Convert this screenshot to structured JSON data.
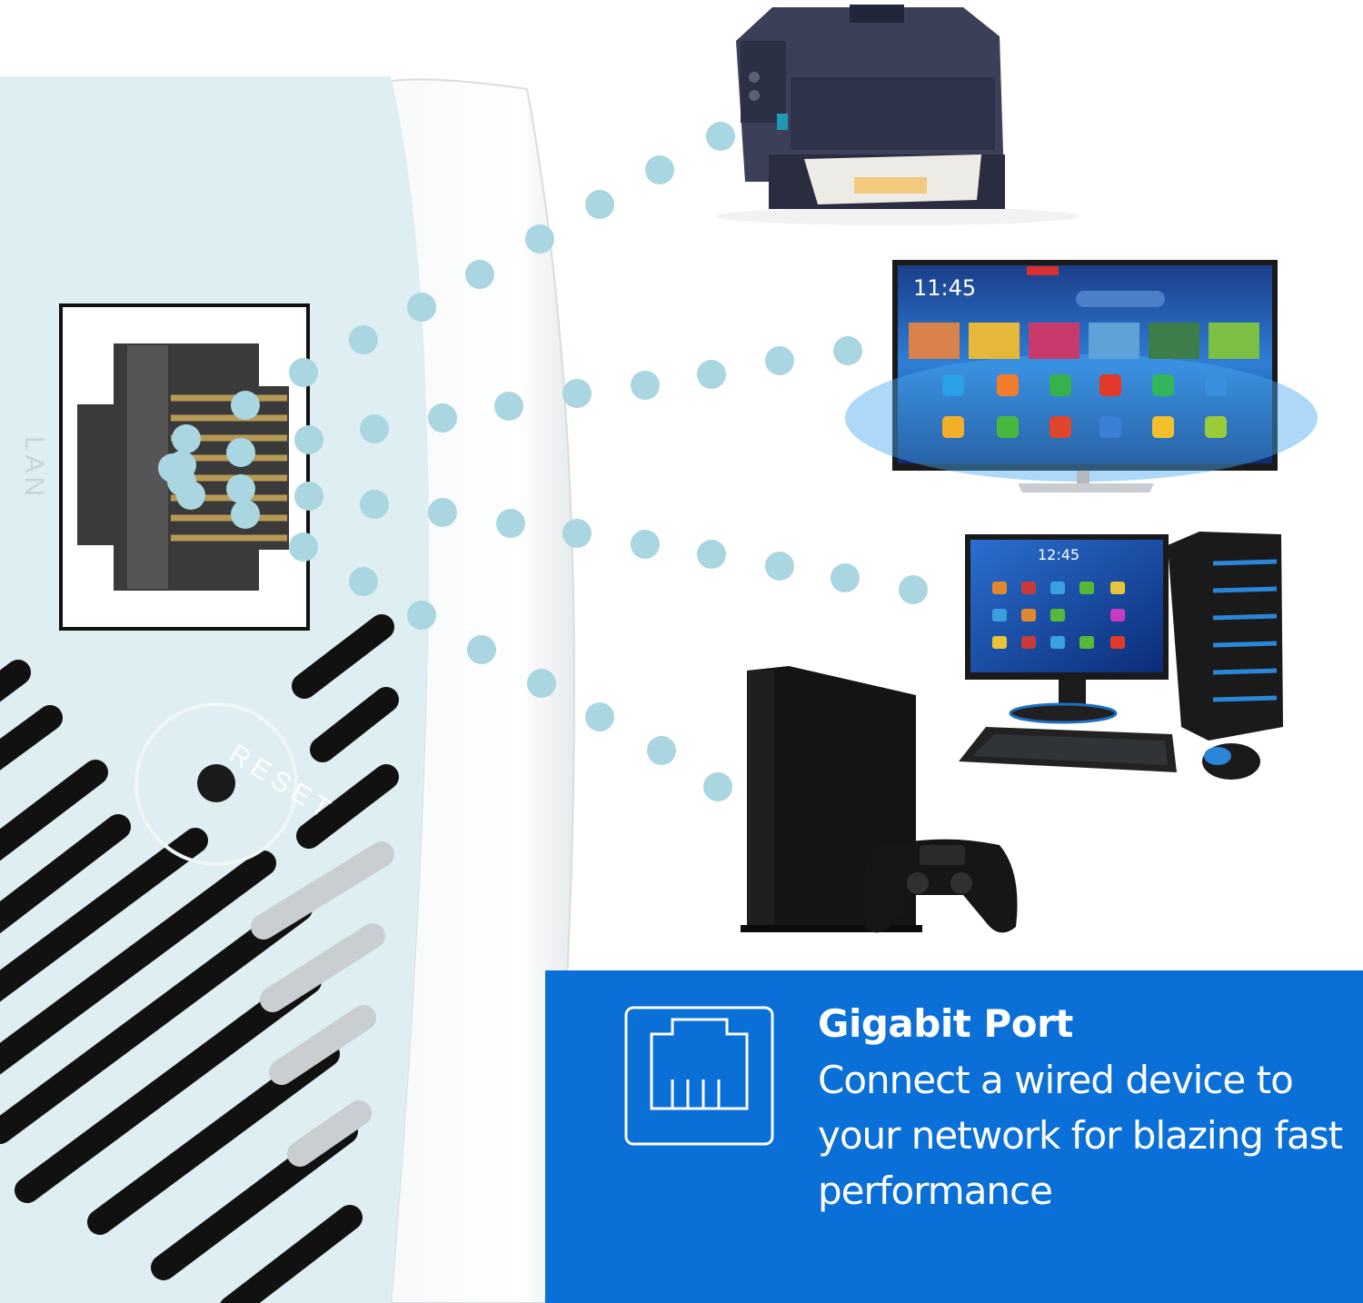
{
  "device": {
    "port_label": "LAN",
    "reset_label": "RESET"
  },
  "screens": {
    "tv_clock": "11:45",
    "pc_clock": "12:45"
  },
  "feature": {
    "title": "Gigabit Port",
    "description": "Connect a wired device to your network for blazing fast performance",
    "icon": "ethernet-port-icon"
  },
  "connected_devices": [
    "printer-icon",
    "tv-icon",
    "desktop-computer-icon",
    "game-console-icon"
  ],
  "colors": {
    "accent_blue": "#0a6fd6",
    "device_body": "#deeef2",
    "signal_dot": "#a9d6e0"
  }
}
